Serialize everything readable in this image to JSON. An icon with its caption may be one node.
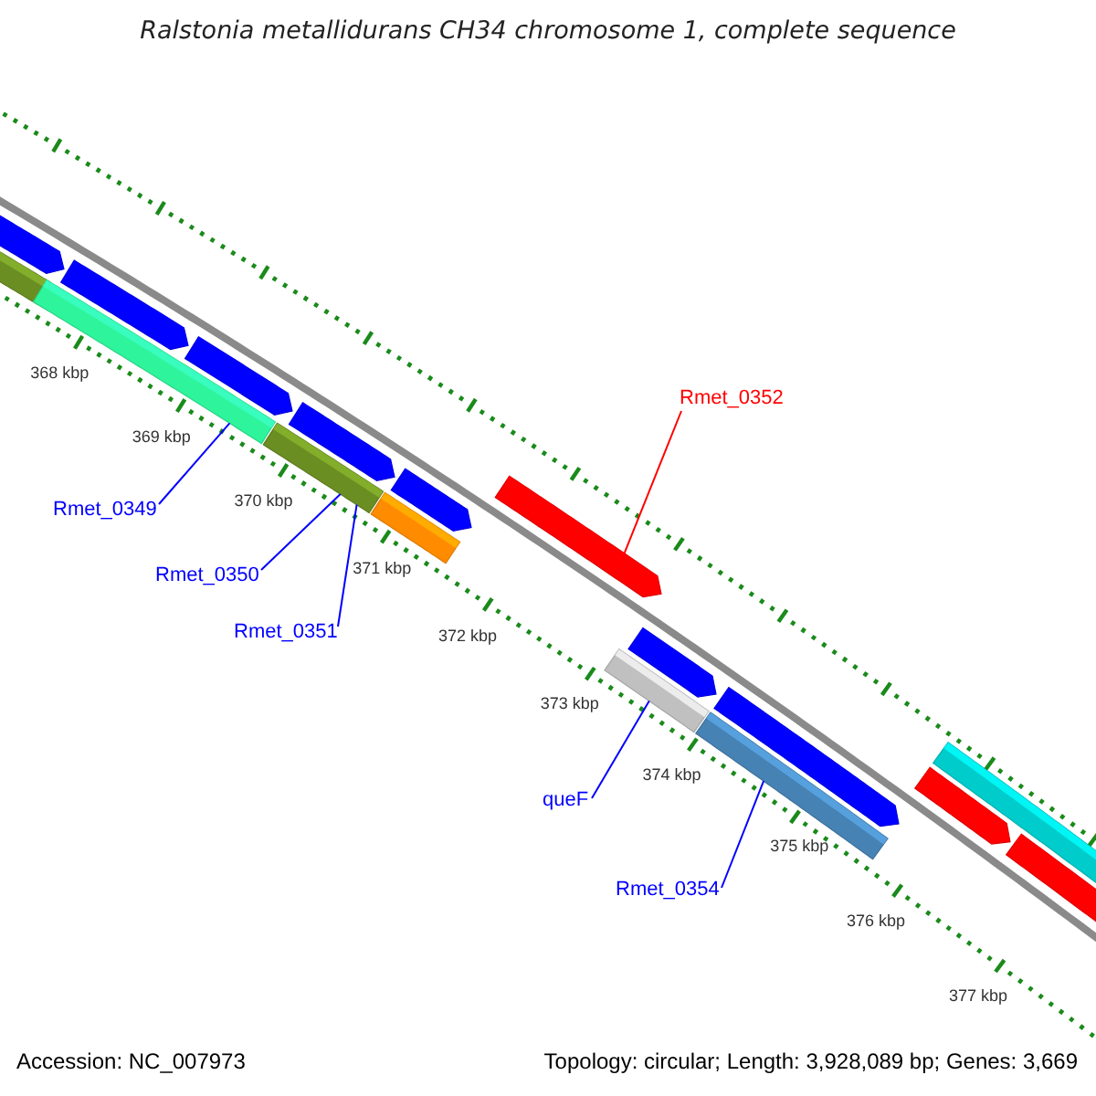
{
  "diagram": {
    "title": "Ralstonia metallidurans CH34 chromosome 1, complete sequence",
    "nodes": [
      {
        "text": [
          "Rmet_0349"
        ]
      },
      {
        "text": [
          "Rmet_0350"
        ]
      },
      {
        "text": [
          "Rmet_0351"
        ]
      },
      {
        "text": [
          "Rmet_0352"
        ]
      },
      {
        "text": [
          "queF"
        ]
      },
      {
        "text": [
          "Rmet_0354"
        ]
      },
      {
        "text": [],
        "shape": "bar"
      },
      {
        "text": [],
        "shape": "bar"
      },
      {
        "text": [],
        "shape": "bar"
      },
      {
        "text": [],
        "shape": "bar"
      },
      {
        "text": [],
        "shape": "bar"
      },
      {
        "text": [],
        "shape": "bar"
      },
      {
        "text": [],
        "shape": "bar"
      },
      {
        "text": [],
        "shape": "bar"
      },
      {
        "text": [],
        "shape": "bar"
      },
      {
        "text": [],
        "shape": "bar"
      },
      {
        "text": [],
        "shape": "bar"
      },
      {
        "text": [],
        "shape": "bar"
      },
      {
        "text": [],
        "shape": "bar"
      },
      {
        "text": [],
        "shape": "bar"
      },
      {
        "text": [],
        "shape": "bar"
      },
      {
        "text": [],
        "shape": "bar"
      },
      {
        "text": [],
        "shape": "bar"
      }
    ],
    "edges": [
      {
        "from": 0,
        "to": 9,
        "arrow": "none"
      },
      {
        "from": 1,
        "to": 12,
        "arrow": "none"
      },
      {
        "from": 2,
        "to": 13,
        "arrow": "none"
      },
      {
        "from": 3,
        "to": 15,
        "arrow": "none",
        "color": "#ff0000"
      },
      {
        "from": 4,
        "to": 16,
        "arrow": "none"
      },
      {
        "from": 5,
        "to": 18,
        "arrow": "none"
      }
    ],
    "labels": [
      "368 kbp",
      "369 kbp",
      "370 kbp",
      "371 kbp",
      "372 kbp",
      "373 kbp",
      "374 kbp",
      "375 kbp",
      "376 kbp",
      "377 kbp",
      "Accession: NC_007973",
      "Topology: circular; Length: 3,928,089 bp; Genes: 3,669"
    ]
  }
}
